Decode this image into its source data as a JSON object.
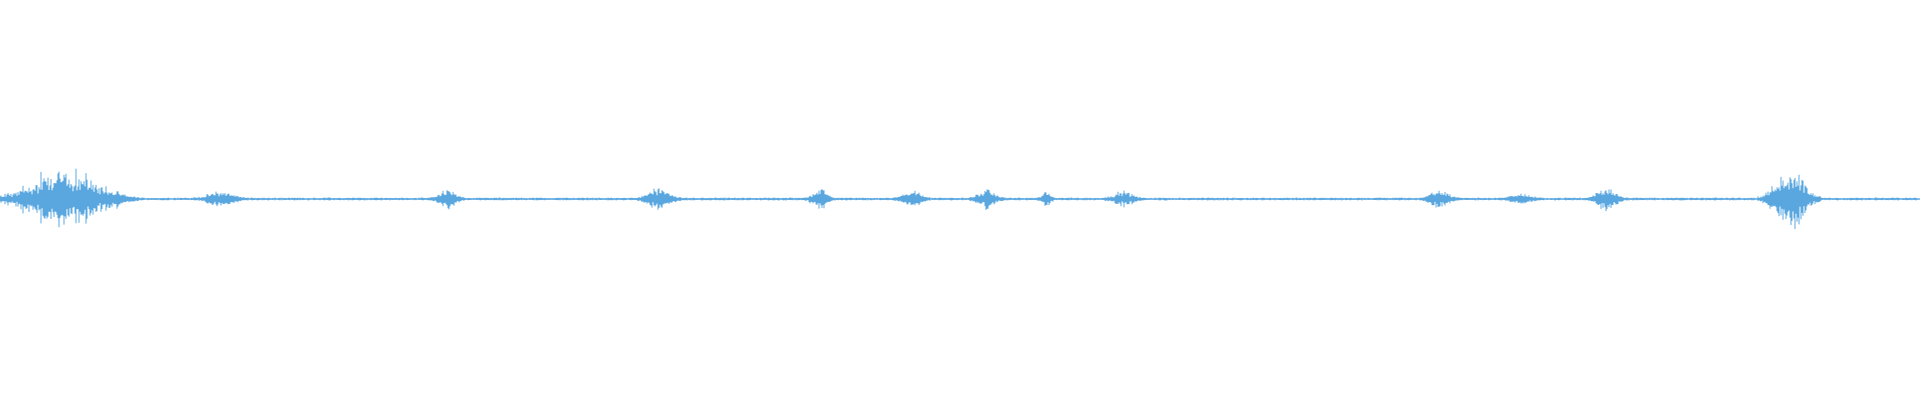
{
  "waveform": {
    "color": "#5aa7e0",
    "background": "#ffffff",
    "bursts": [
      {
        "t": 0.034,
        "amp": 0.14,
        "width": 0.032
      },
      {
        "t": 0.115,
        "amp": 0.04,
        "width": 0.012
      },
      {
        "t": 0.233,
        "amp": 0.05,
        "width": 0.008
      },
      {
        "t": 0.343,
        "amp": 0.055,
        "width": 0.01
      },
      {
        "t": 0.427,
        "amp": 0.055,
        "width": 0.007
      },
      {
        "t": 0.475,
        "amp": 0.05,
        "width": 0.008
      },
      {
        "t": 0.514,
        "amp": 0.05,
        "width": 0.008
      },
      {
        "t": 0.545,
        "amp": 0.04,
        "width": 0.004
      },
      {
        "t": 0.585,
        "amp": 0.04,
        "width": 0.009
      },
      {
        "t": 0.75,
        "amp": 0.045,
        "width": 0.009
      },
      {
        "t": 0.792,
        "amp": 0.025,
        "width": 0.009
      },
      {
        "t": 0.837,
        "amp": 0.065,
        "width": 0.009
      },
      {
        "t": 0.932,
        "amp": 0.17,
        "width": 0.014
      }
    ]
  }
}
